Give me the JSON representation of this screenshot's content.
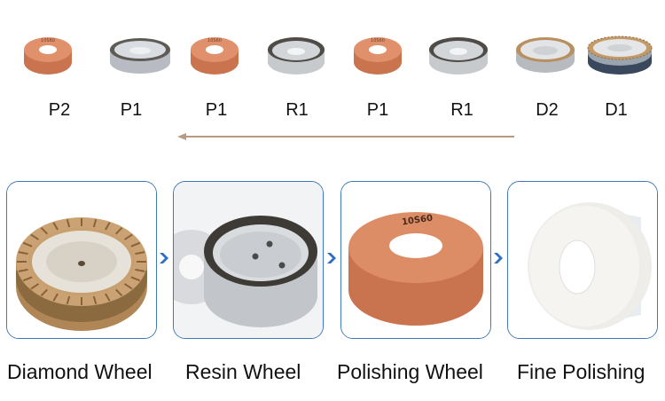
{
  "top_row": {
    "labels": [
      "P2",
      "P1",
      "P1",
      "R1",
      "P1",
      "R1",
      "D2",
      "D1"
    ],
    "icons": [
      "polishing-wheel-icon",
      "resin-wheel-icon",
      "polishing-wheel-icon",
      "resin-wheel-icon",
      "polishing-wheel-icon",
      "resin-wheel-icon",
      "diamond-wheel-icon",
      "diamond-wheel-icon"
    ],
    "flow_direction": "right-to-left"
  },
  "stages": [
    {
      "label": "Diamond Wheel",
      "icon": "diamond-wheel-icon"
    },
    {
      "label": "Resin Wheel",
      "icon": "resin-wheel-icon"
    },
    {
      "label": "Polishing Wheel",
      "icon": "polishing-wheel-icon",
      "engraving": "10S60"
    },
    {
      "label": "Fine Polishing",
      "icon": "fine-polishing-wheel-icon"
    }
  ],
  "colors": {
    "card_border": "#3f78b8",
    "chevron": "#2e6fc4",
    "flow_arrow": "#b89a80",
    "polishing_wheel": "#d9865f",
    "resin_wheel": "#5a5550",
    "diamond_segment": "#c8a070"
  }
}
